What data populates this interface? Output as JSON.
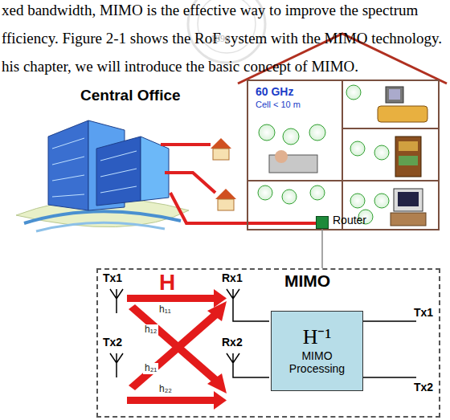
{
  "diagram": {
    "nodes": [
      {
        "text": [
          "MIMO"
        ]
      },
      {
        "text": [
          "H⁻¹",
          "MIMO Processing"
        ],
        "in": 0
      },
      {
        "text": [
          "Router"
        ]
      }
    ],
    "edges": [
      {
        "from": 2,
        "to": 0,
        "arrow": "none"
      }
    ],
    "labels": [
      "xed bandwidth, MIMO is the effective way to improve the spectrum",
      "fficiency. Figure 2-1 shows the RoF system with the MIMO technology.",
      "his chapter, we will introduce the basic concept of MIMO.",
      "1896",
      "Central Office",
      "60 GHz",
      "Cell < 10 m",
      "Tx1",
      "Tx2",
      "H",
      "h₁₁",
      "h₁₂",
      "h₂₁",
      "h₂₂",
      "Rx1",
      "Rx2",
      "Tx1",
      "Tx2"
    ]
  }
}
